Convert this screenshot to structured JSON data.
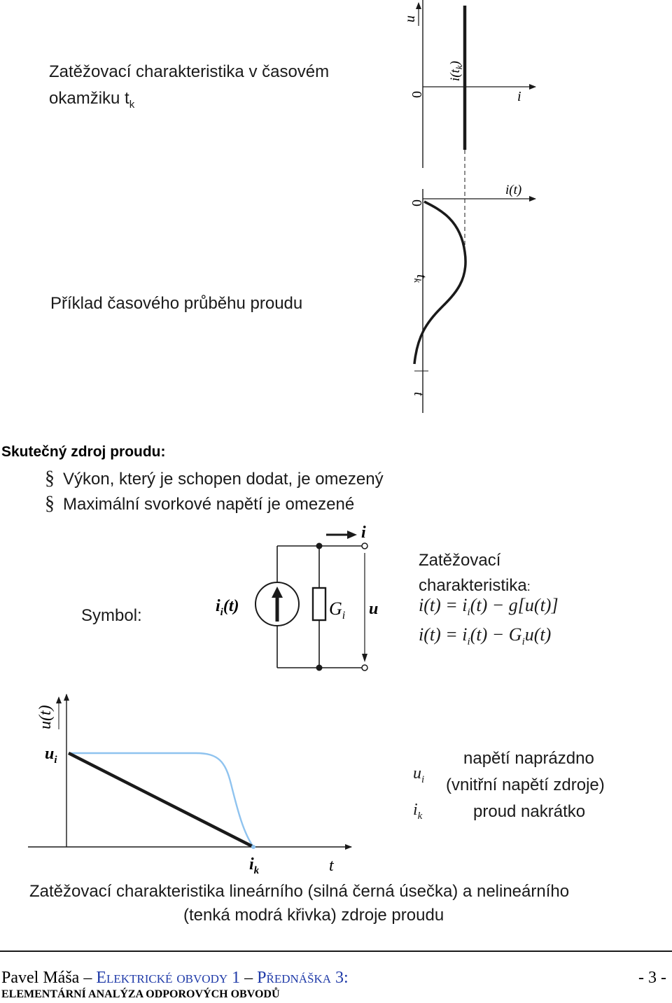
{
  "top_caption": {
    "line1": "Zatěžovací charakteristika v časovém",
    "line2_prefix": "okamžiku t",
    "line2_sub": "k"
  },
  "example_caption": "Příklad časového průběhu proudu",
  "top_plot": {
    "axis_u": "u",
    "origin": "0",
    "axis_i": "i",
    "marker_label": "i(t",
    "marker_sub": "k",
    "marker_close": ")"
  },
  "time_plot": {
    "origin": "0",
    "axis_label": "i(t)",
    "tk_label": "t",
    "tk_sub": "k",
    "t_label": "t"
  },
  "real_source": {
    "heading": "Skutečný zdroj proudu:",
    "bullets": [
      "Výkon, který je schopen dodat, je omezený",
      "Maximální svorkové napětí je omezené"
    ]
  },
  "symbol": {
    "label": "Symbol:",
    "source_label": "i",
    "source_sub": "i",
    "source_tail": "(t)",
    "conductance": "G",
    "conductance_sub": "i",
    "current": "i",
    "voltage": "u"
  },
  "load_char": {
    "title_line1": "Zatěžovací",
    "title_line2": "charakteristika",
    "title_colon": ":",
    "formula1": {
      "lhs": "i(t) = i",
      "sub": "i",
      "rhs": "(t) − g[u(t)]"
    },
    "formula2": {
      "lhs": "i(t) = i",
      "sub": "i",
      "mid": "(t) − G",
      "sub2": "i",
      "rhs": "u(t)"
    }
  },
  "vi_plot": {
    "y_axis": "u(t)",
    "ui_label": "u",
    "ui_sub": "i",
    "ik_label": "i",
    "ik_sub": "k",
    "x_axis": "t"
  },
  "legend": {
    "ui_sym": "u",
    "ui_sub": "i",
    "ui_line1": "napětí naprázdno",
    "ui_line2": "(vnitřní napětí zdroje)",
    "ik_sym": "i",
    "ik_sub": "k",
    "ik_line": "proud nakrátko"
  },
  "caption": {
    "line1": "Zatěžovací charakteristika lineárního (silná černá úsečka) a nelineárního",
    "line2": "(tenká modrá křivka) zdroje proudu"
  },
  "footer": {
    "author": "Pavel Máša",
    "dash1": "–",
    "course": "Elektrické obvody 1",
    "dash2": "–",
    "lecture": "Přednáška 3:",
    "page": "- 3 -",
    "subtitle": "Elementární analýza odporových obvodů"
  },
  "colors": {
    "ink": "#1a1a1a",
    "blue_curve": "#8fc3ef",
    "footer_blue": "#1f3aa8"
  }
}
